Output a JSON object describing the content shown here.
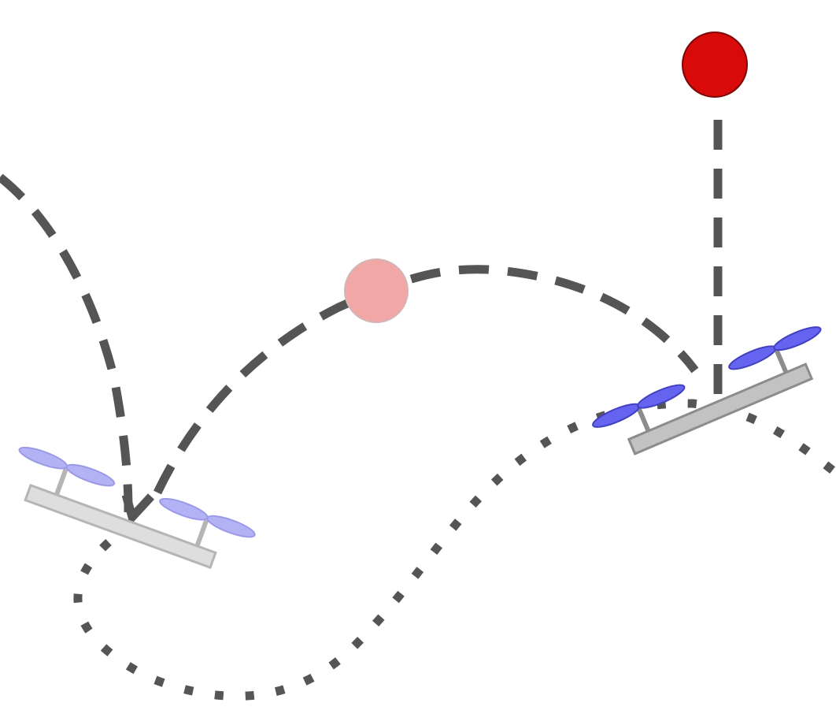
{
  "colors": {
    "background": "#ffffff",
    "path_stroke": "#555555",
    "ball_fill": "#d90a0a",
    "ball_stroke": "#7a0606",
    "ghost_ball_fill": "#f2a7a7",
    "ghost_ball_stroke": "#d4b5b5",
    "frame_fill": "#c2c2c2",
    "frame_stroke": "#8c8c8c",
    "ghost_frame_fill": "#dedede",
    "ghost_frame_stroke": "#b5b5b5",
    "propeller_fill": "#6464f0",
    "propeller_stroke": "#4040c0",
    "ghost_propeller_fill": "#b2b2f5",
    "ghost_propeller_stroke": "#9a9ae8"
  },
  "elements": {
    "ball": "ball",
    "ball_predicted": "ball-ghost",
    "quadrotor": "quadrotor",
    "quadrotor_target": "quadrotor-ghost",
    "ball_fall_path": "dashed",
    "quadrotor_trajectory": "dotted",
    "ball_return_arc": "dashed"
  }
}
